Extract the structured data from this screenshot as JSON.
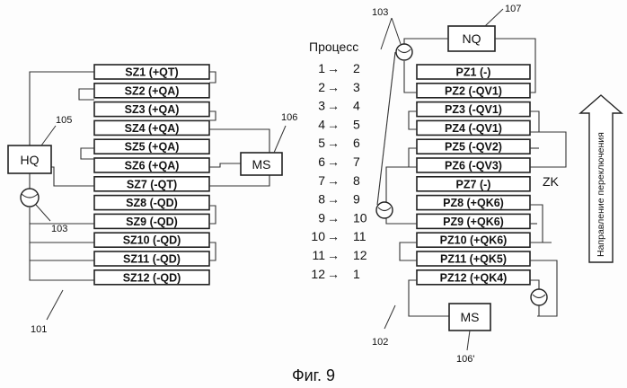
{
  "caption": "Фиг. 9",
  "left_unit": {
    "ref": "101",
    "hq": {
      "label": "HQ",
      "ref": "105"
    },
    "ms": {
      "label": "MS",
      "ref": "106"
    },
    "pump_ref": "103",
    "zones": [
      "SZ1 (+QT)",
      "SZ2 (+QA)",
      "SZ3 (+QA)",
      "SZ4 (+QA)",
      "SZ5 (+QA)",
      "SZ6 (+QA)",
      "SZ7 (-QT)",
      "SZ8 (-QD)",
      "SZ9 (-QD)",
      "SZ10 (-QD)",
      "SZ11 (-QD)",
      "SZ12 (-QD)"
    ]
  },
  "process": {
    "title": "Процесс",
    "steps": [
      {
        "from": "1",
        "to": "2"
      },
      {
        "from": "2",
        "to": "3"
      },
      {
        "from": "3",
        "to": "4"
      },
      {
        "from": "4",
        "to": "5"
      },
      {
        "from": "5",
        "to": "6"
      },
      {
        "from": "6",
        "to": "7"
      },
      {
        "from": "7",
        "to": "8"
      },
      {
        "from": "8",
        "to": "9"
      },
      {
        "from": "9",
        "to": "10"
      },
      {
        "from": "10",
        "to": "11"
      },
      {
        "from": "11",
        "to": "12"
      },
      {
        "from": "12",
        "to": "1"
      }
    ]
  },
  "right_unit": {
    "ref": "102",
    "nq": {
      "label": "NQ",
      "ref": "107"
    },
    "ms": {
      "label": "MS",
      "ref": "106'"
    },
    "pump_ref": "103",
    "zk": "ZK",
    "switch_direction": "Направление переключения",
    "zones": [
      "PZ1 (-)",
      "PZ2 (-QV1)",
      "PZ3 (-QV1)",
      "PZ4 (-QV1)",
      "PZ5 (-QV2)",
      "PZ6 (-QV3)",
      "PZ7 (-)",
      "PZ8 (+QK6)",
      "PZ9 (+QK6)",
      "PZ10 (+QK6)",
      "PZ11 (+QK5)",
      "PZ12 (+QK4)"
    ]
  }
}
